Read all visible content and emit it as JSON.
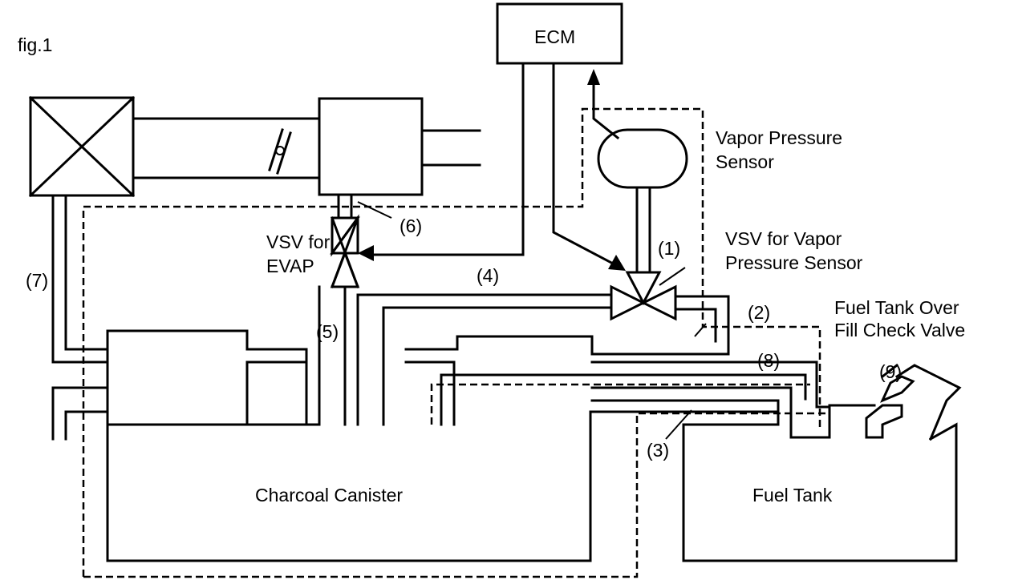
{
  "figure_label": "fig.1",
  "labels": {
    "ecm": "ECM",
    "vapor_pressure_sensor_line1": "Vapor Pressure",
    "vapor_pressure_sensor_line2": "Sensor",
    "vsv_evap_line1": "VSV for",
    "vsv_evap_line2": "EVAP",
    "vsv_vps_line1": "VSV for Vapor",
    "vsv_vps_line2": "Pressure Sensor",
    "check_valve_line1": "Fuel Tank Over",
    "check_valve_line2": "Fill Check Valve",
    "charcoal_canister": "Charcoal Canister",
    "fuel_tank": "Fuel Tank"
  },
  "callouts": {
    "c1": "(1)",
    "c2": "(2)",
    "c3": "(3)",
    "c4": "(4)",
    "c5": "(5)",
    "c6": "(6)",
    "c7": "(7)",
    "c8": "(8)",
    "c9": "(9)"
  }
}
